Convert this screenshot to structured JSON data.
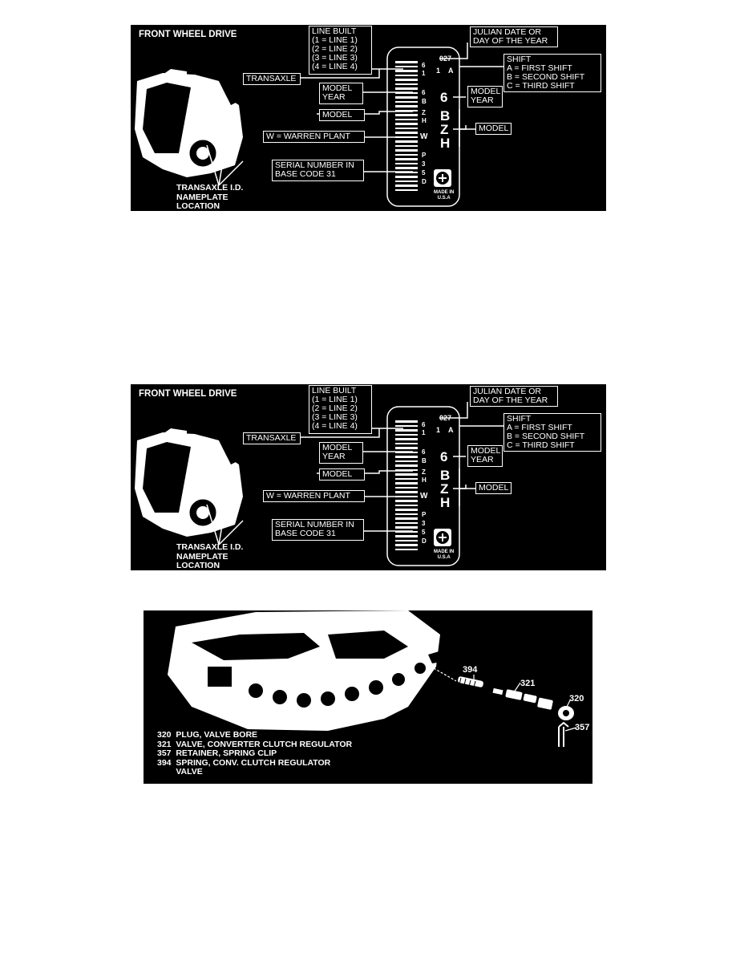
{
  "panel1": {
    "heading": "FRONT WHEEL DRIVE",
    "line_built": "LINE BUILT\n(1 = LINE 1)\n(2 = LINE 2)\n(3 = LINE 3)\n(4 = LINE 4)",
    "julian": "JULIAN DATE OR\nDAY OF THE YEAR",
    "shift": "SHIFT\nA = FIRST SHIFT\nB = SECOND SHIFT\nC = THIRD SHIFT",
    "transaxle": "TRANSAXLE",
    "model_year_left": "MODEL\nYEAR",
    "model_left": "MODEL",
    "warren": "W = WARREN PLANT",
    "serial": "SERIAL NUMBER IN\nBASE CODE 31",
    "model_year_right": "MODEL\nYEAR",
    "model_right": "MODEL",
    "nameplate": "TRANSAXLE I.D.\nNAMEPLATE\nLOCATION",
    "code_027": "027",
    "code_1": "1",
    "code_a": "A",
    "big_6": "6",
    "big_b": "B",
    "big_z": "Z",
    "big_h": "H",
    "strip_codes": [
      "6",
      "1",
      "6",
      "B",
      "Z",
      "H",
      "W",
      "P",
      "3",
      "5",
      "D"
    ],
    "made_in": "MADE IN\nU.S.A"
  },
  "panel2": {
    "heading": "FRONT WHEEL DRIVE",
    "line_built": "LINE BUILT\n(1 = LINE 1)\n(2 = LINE 2)\n(3 = LINE 3)\n(4 = LINE 4)",
    "julian": "JULIAN DATE OR\nDAY OF THE YEAR",
    "shift": "SHIFT\nA = FIRST SHIFT\nB = SECOND SHIFT\nC = THIRD SHIFT",
    "transaxle": "TRANSAXLE",
    "model_year_left": "MODEL\nYEAR",
    "model_left": "MODEL",
    "warren": "W = WARREN PLANT",
    "serial": "SERIAL NUMBER IN\nBASE CODE 31",
    "model_year_right": "MODEL\nYEAR",
    "model_right": "MODEL",
    "nameplate": "TRANSAXLE I.D.\nNAMEPLATE\nLOCATION",
    "code_027": "027",
    "code_1": "1",
    "code_a": "A",
    "big_6": "6",
    "big_b": "B",
    "big_z": "Z",
    "big_h": "H",
    "strip_codes": [
      "6",
      "1",
      "6",
      "B",
      "Z",
      "H",
      "W",
      "P",
      "3",
      "5",
      "D"
    ],
    "made_in": "MADE IN\nU.S.A"
  },
  "panel3": {
    "legend": "320  PLUG, VALVE BORE\n321  VALVE, CONVERTER CLUTCH REGULATOR\n357  RETAINER, SPRING CLIP\n394  SPRING, CONV. CLUTCH REGULATOR\n        VALVE",
    "callouts": [
      "394",
      "321",
      "320",
      "357"
    ]
  },
  "colors": {
    "panel_bg": "#000000",
    "ink": "#ffffff",
    "page_bg": "#ffffff"
  }
}
